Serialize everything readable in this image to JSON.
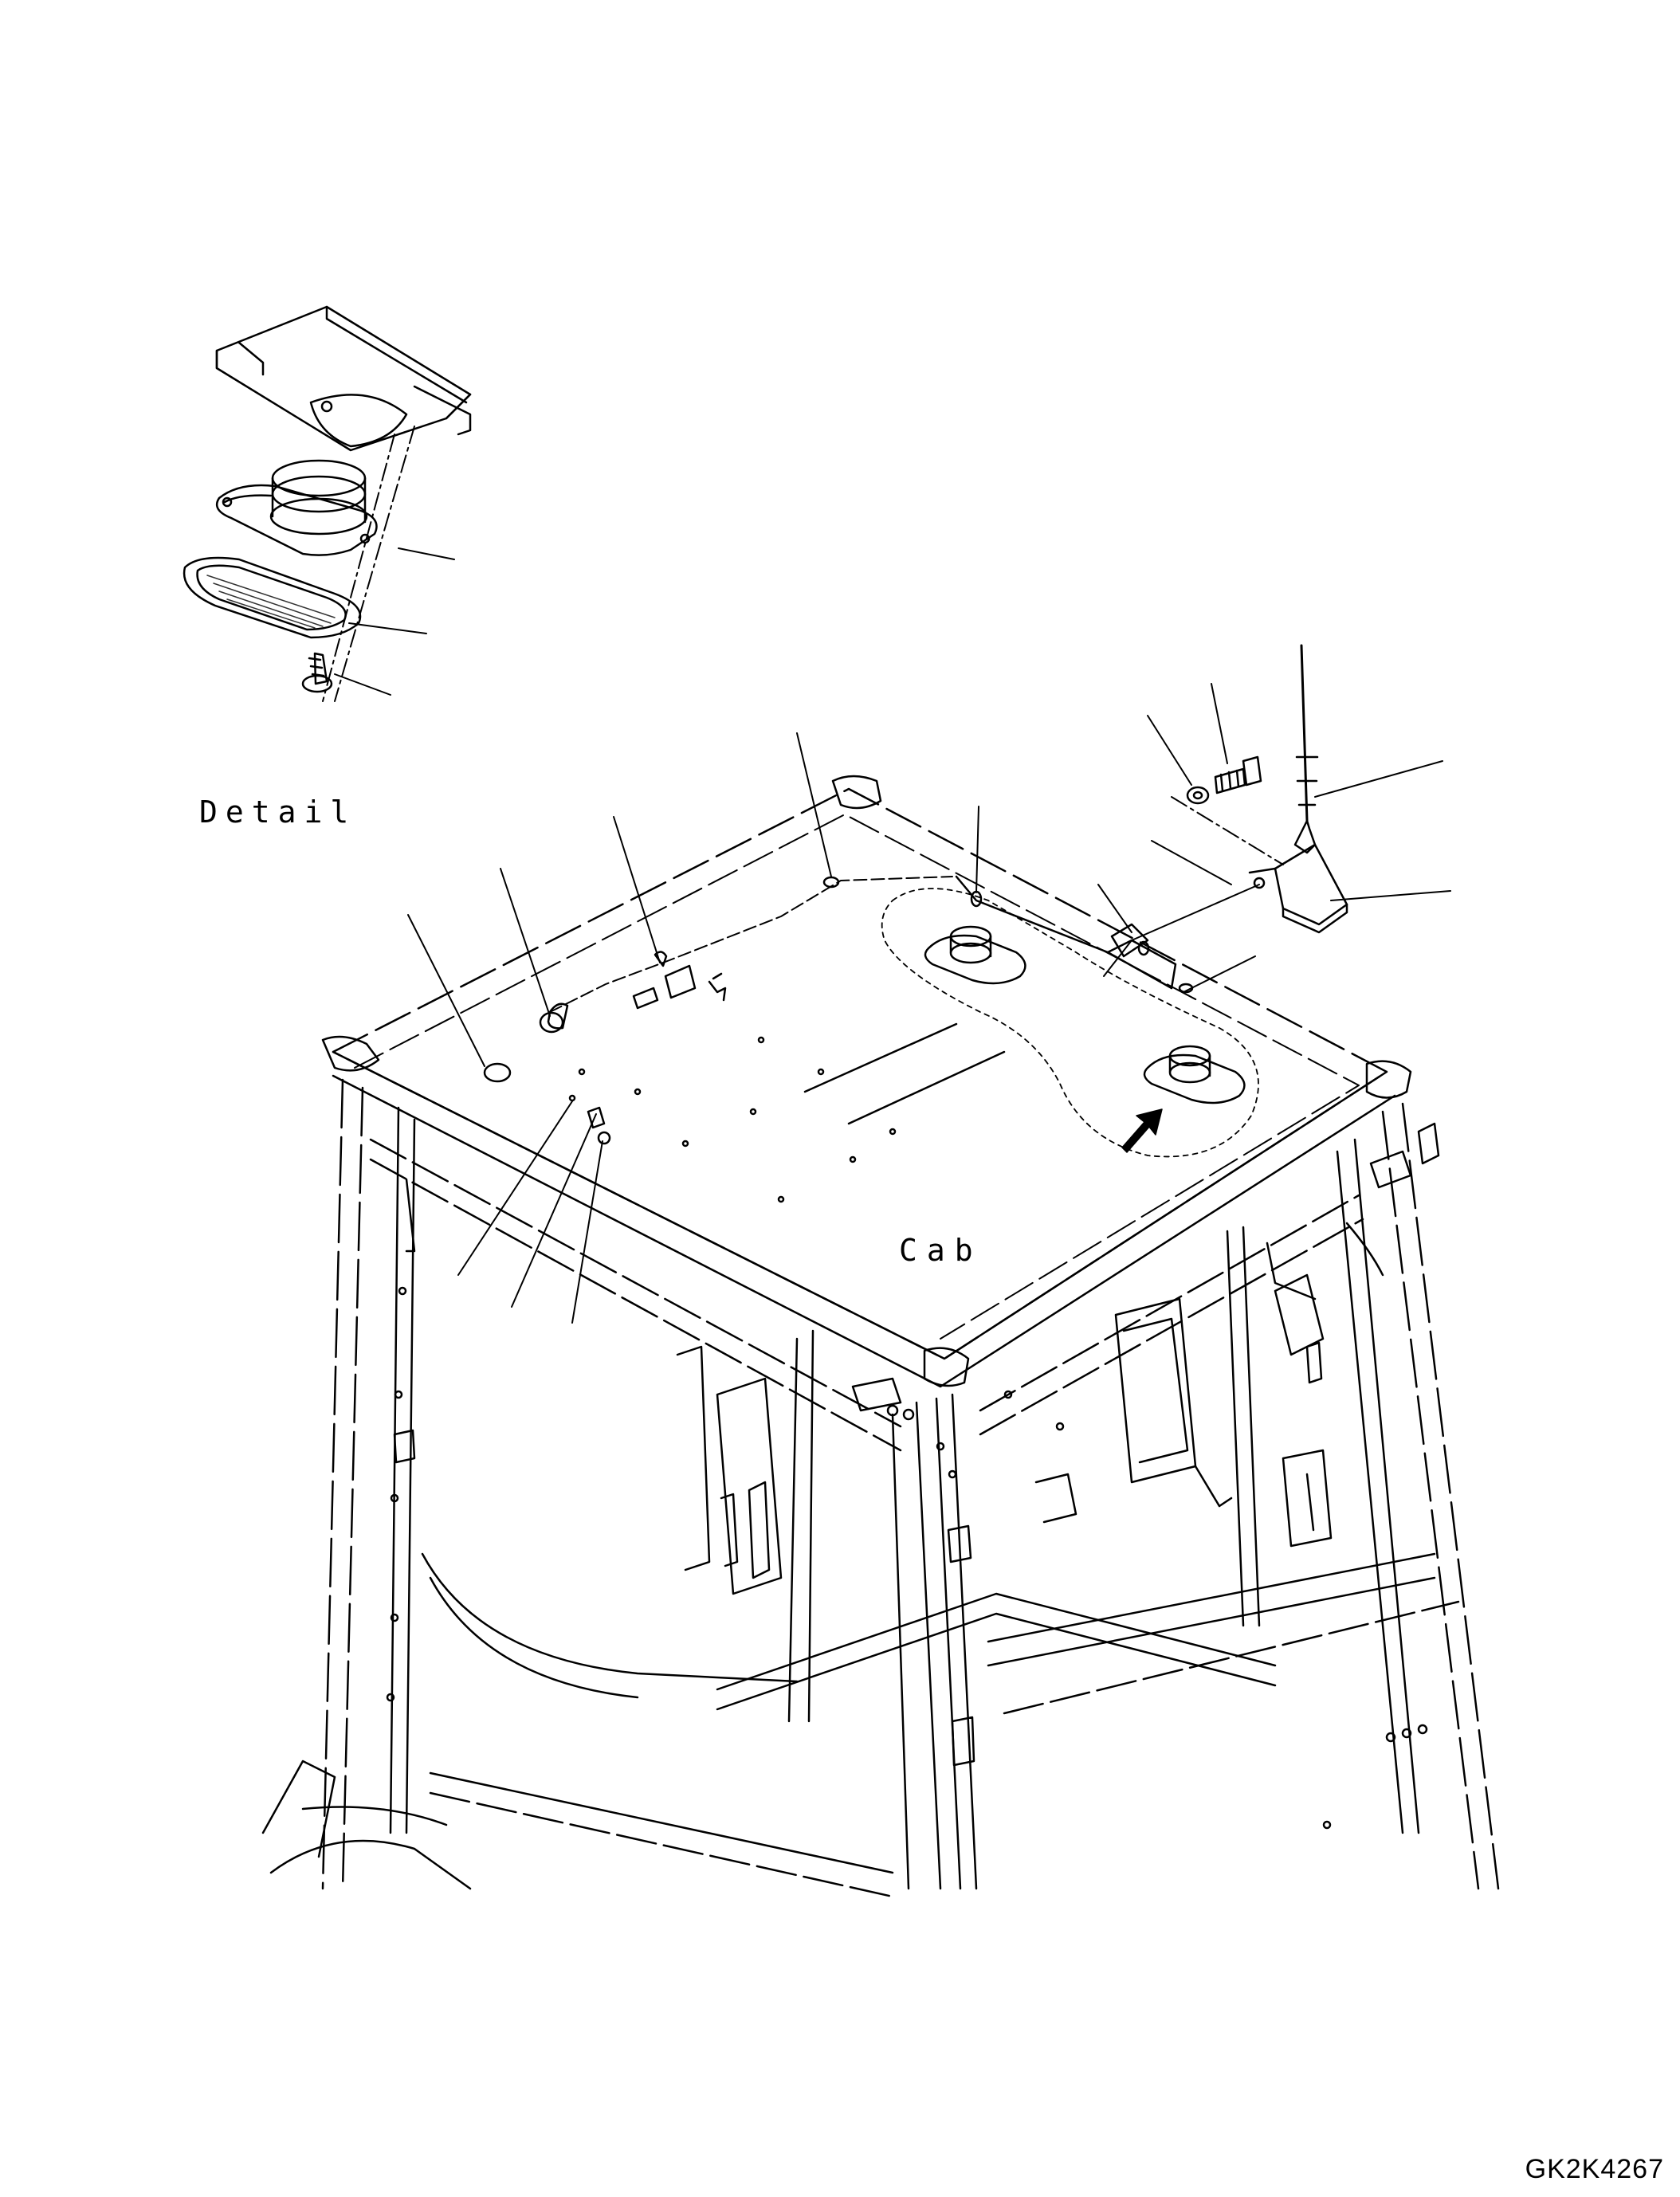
{
  "labels": {
    "detail": "Detail",
    "cab": "Cab",
    "drawing_code": "GK2K4267"
  },
  "colors": {
    "line": "#000000",
    "background": "#ffffff",
    "grille": "#333333"
  },
  "icons": {
    "view_arrow": "black-arrow-icon"
  }
}
